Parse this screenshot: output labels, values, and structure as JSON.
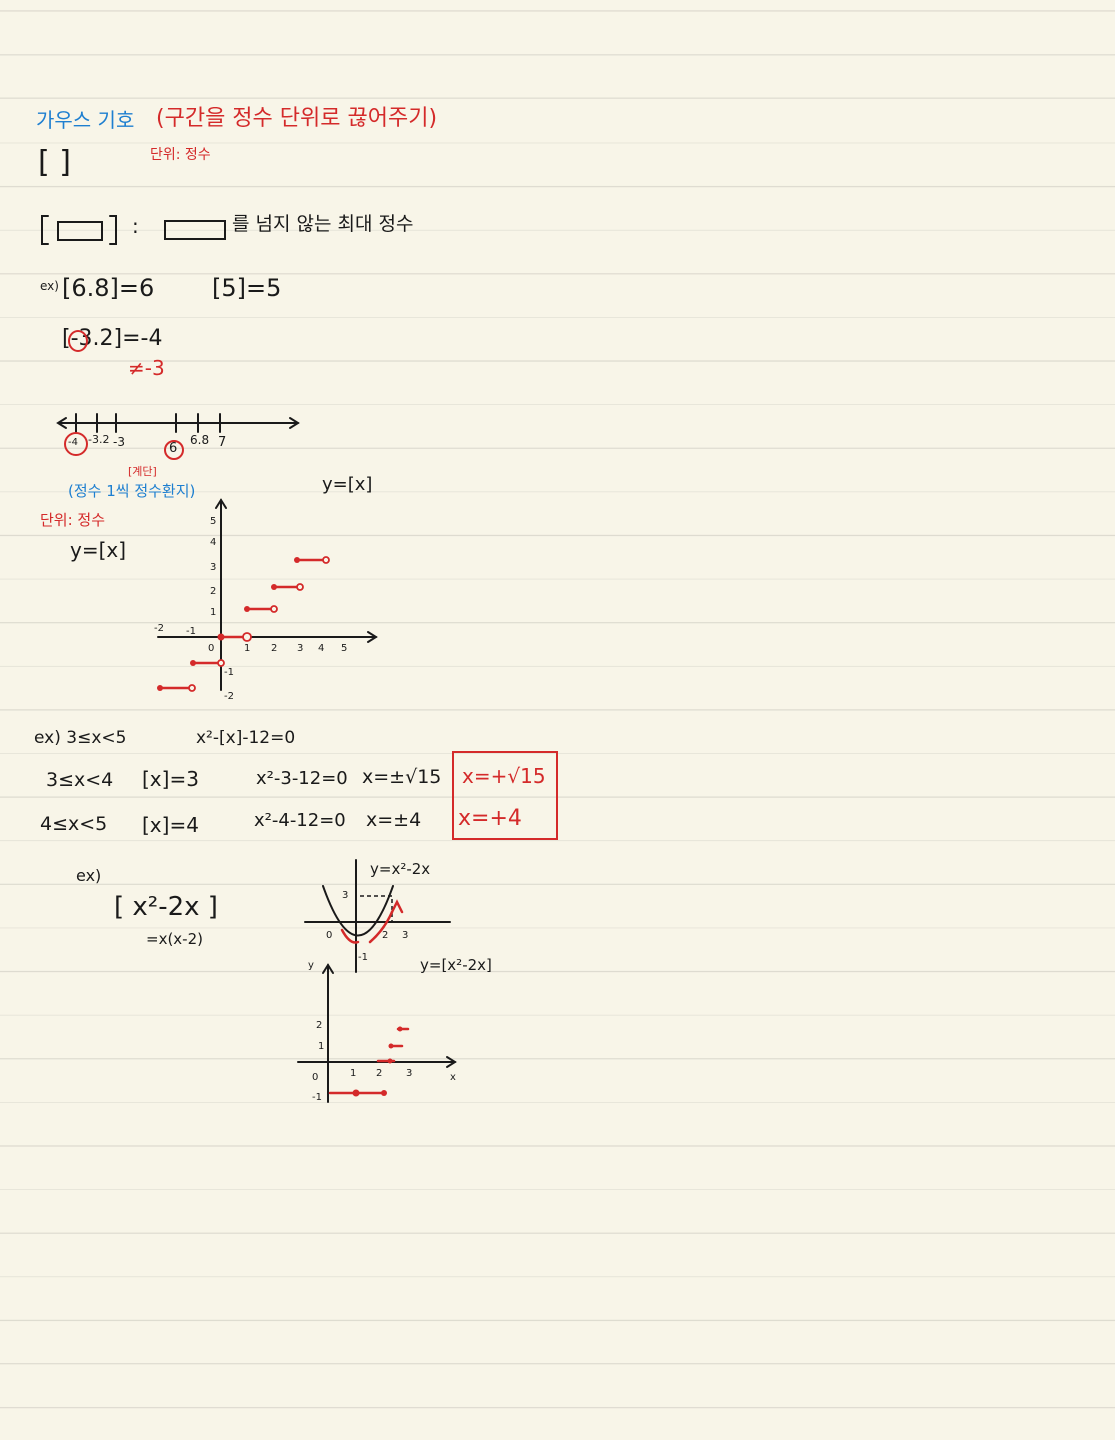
{
  "heading": {
    "title": "가우스 기호",
    "note": "(구간을 정수 단위로 끊어주기)"
  },
  "bracket_intro": {
    "bracket": "[     ]",
    "unit_note": "단위: 정수"
  },
  "definition": {
    "text": "를 넘지 않는 최대 정수"
  },
  "examples": {
    "prefix": "ex)",
    "e1": "[6.8]=6",
    "e2": "[5]=5",
    "e3": "[-3.2]=-4",
    "e3_note": "≠-3"
  },
  "number_line": {
    "labels": [
      "-4",
      "-3.2",
      "-3",
      "6",
      "6.8",
      "7"
    ]
  },
  "graph1": {
    "note_blue": "(정수 1씩 정수환지)",
    "note_red_top": "[계단]",
    "unit_note": "단위: 정수",
    "func_left": "y=[x]",
    "func_right": "y=[x]"
  },
  "example2": {
    "condition": "ex) 3≤x<5",
    "equation": "x²-[x]-12=0",
    "rows": [
      {
        "range": "3≤x<4",
        "gauss": "[x]=3",
        "eq": "x²-3-12=0",
        "sol": "x=±√15"
      },
      {
        "range": "4≤x<5",
        "gauss": "[x]=4",
        "eq": "x²-4-12=0",
        "sol": "x=±4"
      }
    ],
    "answers": [
      "x=+√15",
      "x=+4"
    ]
  },
  "example3": {
    "prefix": "ex)",
    "expr": "[  x²-2x  ]",
    "factored": "=x(x-2)",
    "parabola_label": "y=x²-2x",
    "gauss_label": "y=[x²-2x]"
  }
}
